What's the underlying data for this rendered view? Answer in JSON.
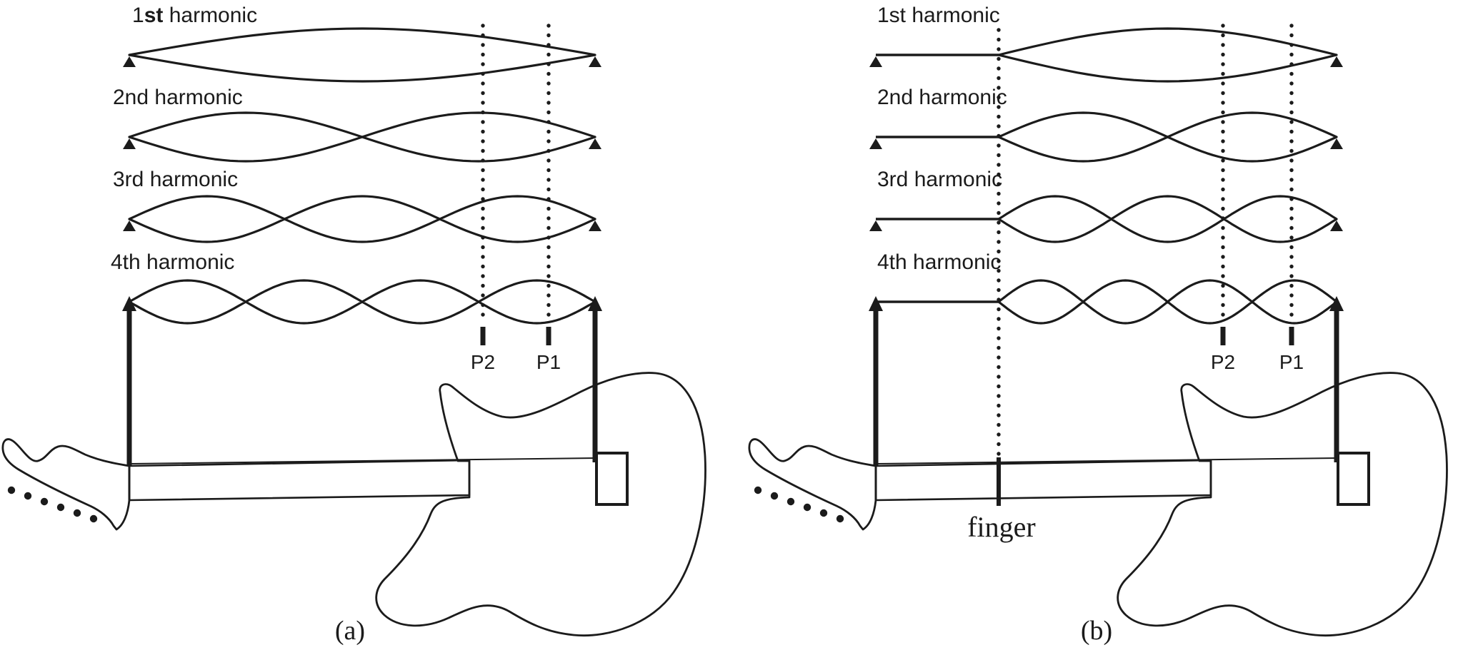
{
  "figure": {
    "background": "#ffffff",
    "ink": "#1b1b1b",
    "subject": "standing-wave harmonics on a guitar string",
    "panels": [
      {
        "id": "a",
        "caption": "(a)",
        "harmonics": [
          {
            "n": 1,
            "label": "1st harmonic",
            "bold_part": "st"
          },
          {
            "n": 2,
            "label": "2nd harmonic"
          },
          {
            "n": 3,
            "label": "3rd harmonic"
          },
          {
            "n": 4,
            "label": "4th harmonic"
          }
        ],
        "pickups": [
          {
            "label": "P2"
          },
          {
            "label": "P1"
          }
        ],
        "finger_label": null
      },
      {
        "id": "b",
        "caption": "(b)",
        "harmonics": [
          {
            "n": 1,
            "label": "1st harmonic"
          },
          {
            "n": 2,
            "label": "2nd harmonic"
          },
          {
            "n": 3,
            "label": "3rd harmonic"
          },
          {
            "n": 4,
            "label": "4th harmonic"
          }
        ],
        "pickups": [
          {
            "label": "P2"
          },
          {
            "label": "P1"
          }
        ],
        "finger_label": "finger"
      }
    ]
  }
}
